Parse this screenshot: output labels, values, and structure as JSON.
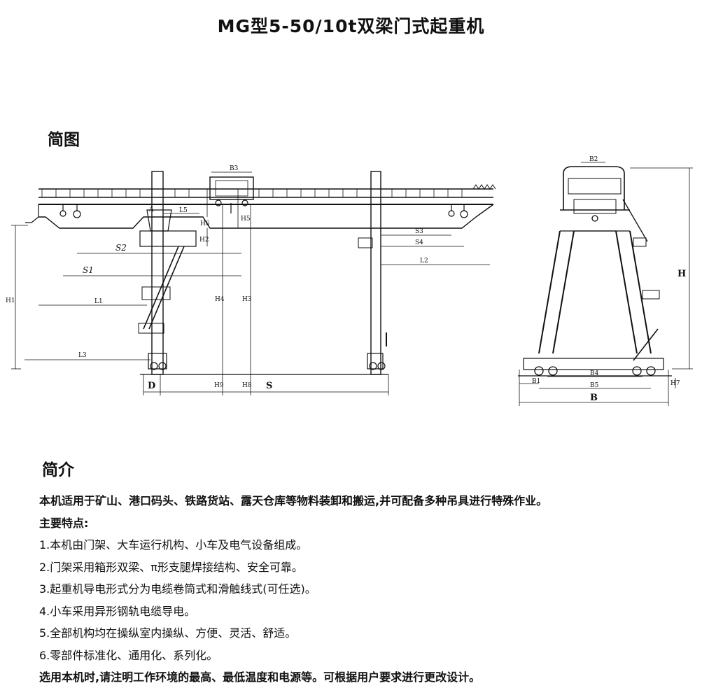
{
  "document": {
    "title": "MG型5-50/10t双梁门式起重机",
    "sketch_heading": "简图",
    "intro_heading": "简介",
    "paragraphs": [
      "本机适用于矿山、港口码头、铁路货站、露天仓库等物料装卸和搬运,并可配备多种吊具进行特殊作业。",
      "主要特点:",
      "1.本机由门架、大车运行机构、小车及电气设备组成。",
      "2.门架采用箱形双梁、π形支腿焊接结构、安全可靠。",
      "3.起重机导电形式分为电缆卷筒式和滑触线式(可任选)。",
      "4.小车采用异形钢轨电缆导电。",
      "5.全部机构均在操纵室内操纵、方便、灵活、舒适。",
      "6.零部件标准化、通用化、系列化。",
      "选用本机时,请注明工作环境的最高、最低温度和电源等。可根据用户要求进行更改设计。"
    ]
  },
  "drawing_labels": {
    "side": {
      "b3": "B3",
      "h6": "H6",
      "l5": "L5",
      "a": "A",
      "h5": "H5",
      "h2": "H2",
      "s2": "S2",
      "s1": "S1",
      "l1": "L1",
      "h1": "H1",
      "h4": "H4",
      "h3": "H3",
      "l3": "L3",
      "d": "D",
      "h9": "H9",
      "h8": "H8",
      "s": "S",
      "s3": "S3",
      "s4": "S4",
      "l2": "L2"
    },
    "end": {
      "b2": "B2",
      "h": "H",
      "b4": "B4",
      "b1": "B1",
      "b5": "B5",
      "b": "B",
      "h7": "H7"
    }
  }
}
